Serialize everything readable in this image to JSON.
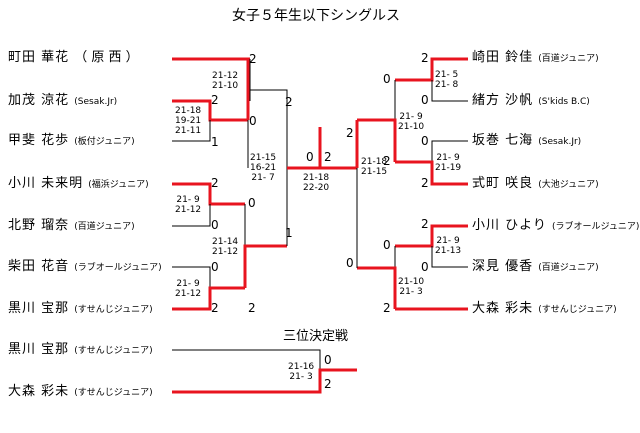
{
  "title": "女子５年生以下シングルス",
  "third_place_title": "三位決定戦",
  "colors": {
    "win": "#e8141f",
    "line": "#000000"
  },
  "left_players": [
    {
      "name": "町田 華花",
      "club": "（ 原 西 ）"
    },
    {
      "name": "加茂 涼花",
      "club": "(Sesak.Jr)"
    },
    {
      "name": "甲斐 花歩",
      "club": "(板付ジュニア)"
    },
    {
      "name": "小川 未来明",
      "club": "(福浜ジュニア)"
    },
    {
      "name": "北野 瑠奈",
      "club": "(百道ジュニア)"
    },
    {
      "name": "柴田 花音",
      "club": "(ラブオールジュニア)"
    },
    {
      "name": "黒川 宝那",
      "club": "(すせんじジュニア)"
    }
  ],
  "right_players": [
    {
      "name": "崎田 鈴佳",
      "club": "(百道ジュニア)"
    },
    {
      "name": "緒方 沙帆",
      "club": "(S'kids B.C)"
    },
    {
      "name": "坂巻 七海",
      "club": "(Sesak.Jr)"
    },
    {
      "name": "式町 咲良",
      "club": "(大池ジュニア)"
    },
    {
      "name": "小川 ひより",
      "club": "(ラブオールジュニア)"
    },
    {
      "name": "深見 優香",
      "club": "(百道ジュニア)"
    },
    {
      "name": "大森 彩未",
      "club": "(すせんじジュニア)"
    }
  ],
  "third_players": [
    {
      "name": "黒川 宝那",
      "club": "(すせんじジュニア)"
    },
    {
      "name": "大森 彩未",
      "club": "(すせんじジュニア)"
    }
  ],
  "scores": {
    "l_m1": {
      "games": [
        "21-12",
        "21-10"
      ],
      "top": "2",
      "bot": "0"
    },
    "l_m2": {
      "games": [
        "21-18",
        "19-21",
        "21-11"
      ],
      "top": "2",
      "bot": "1"
    },
    "l_m3": {
      "games": [
        "21- 9",
        "21-12"
      ],
      "top": "2",
      "bot": "0"
    },
    "l_m4": {
      "games": [
        "21- 9",
        "21-12"
      ],
      "top": "0",
      "bot": "2"
    },
    "l_m5": {
      "games": [
        "21-14",
        "21-12"
      ],
      "top": "0",
      "bot": "2"
    },
    "l_m6": {
      "games": [
        "21-15",
        "16-21",
        "21- 7"
      ],
      "top": "2",
      "bot": "1"
    },
    "final": {
      "games": [
        "21-18",
        "22-20"
      ],
      "left": "0",
      "right": "2"
    },
    "r_m1": {
      "games": [
        "21- 5",
        "21- 8"
      ],
      "top": "2",
      "bot": "0"
    },
    "r_m2": {
      "games": [
        "21- 9",
        "21-19"
      ],
      "top": "0",
      "bot": "2"
    },
    "r_m3": {
      "games": [
        "21- 9",
        "21-10"
      ],
      "top": "0",
      "bot": "2"
    },
    "r_m4": {
      "games": [
        "21- 9",
        "21-13"
      ],
      "top": "2",
      "bot": "0"
    },
    "r_m5": {
      "games": [
        "21-10",
        "21- 3"
      ],
      "top": "0",
      "bot": "2"
    },
    "r_m6": {
      "games": [
        "21-18",
        "21-15"
      ],
      "top": "2",
      "bot": "0"
    },
    "third": {
      "games": [
        "21-16",
        "21- 3"
      ],
      "top": "0",
      "bot": "2"
    }
  }
}
